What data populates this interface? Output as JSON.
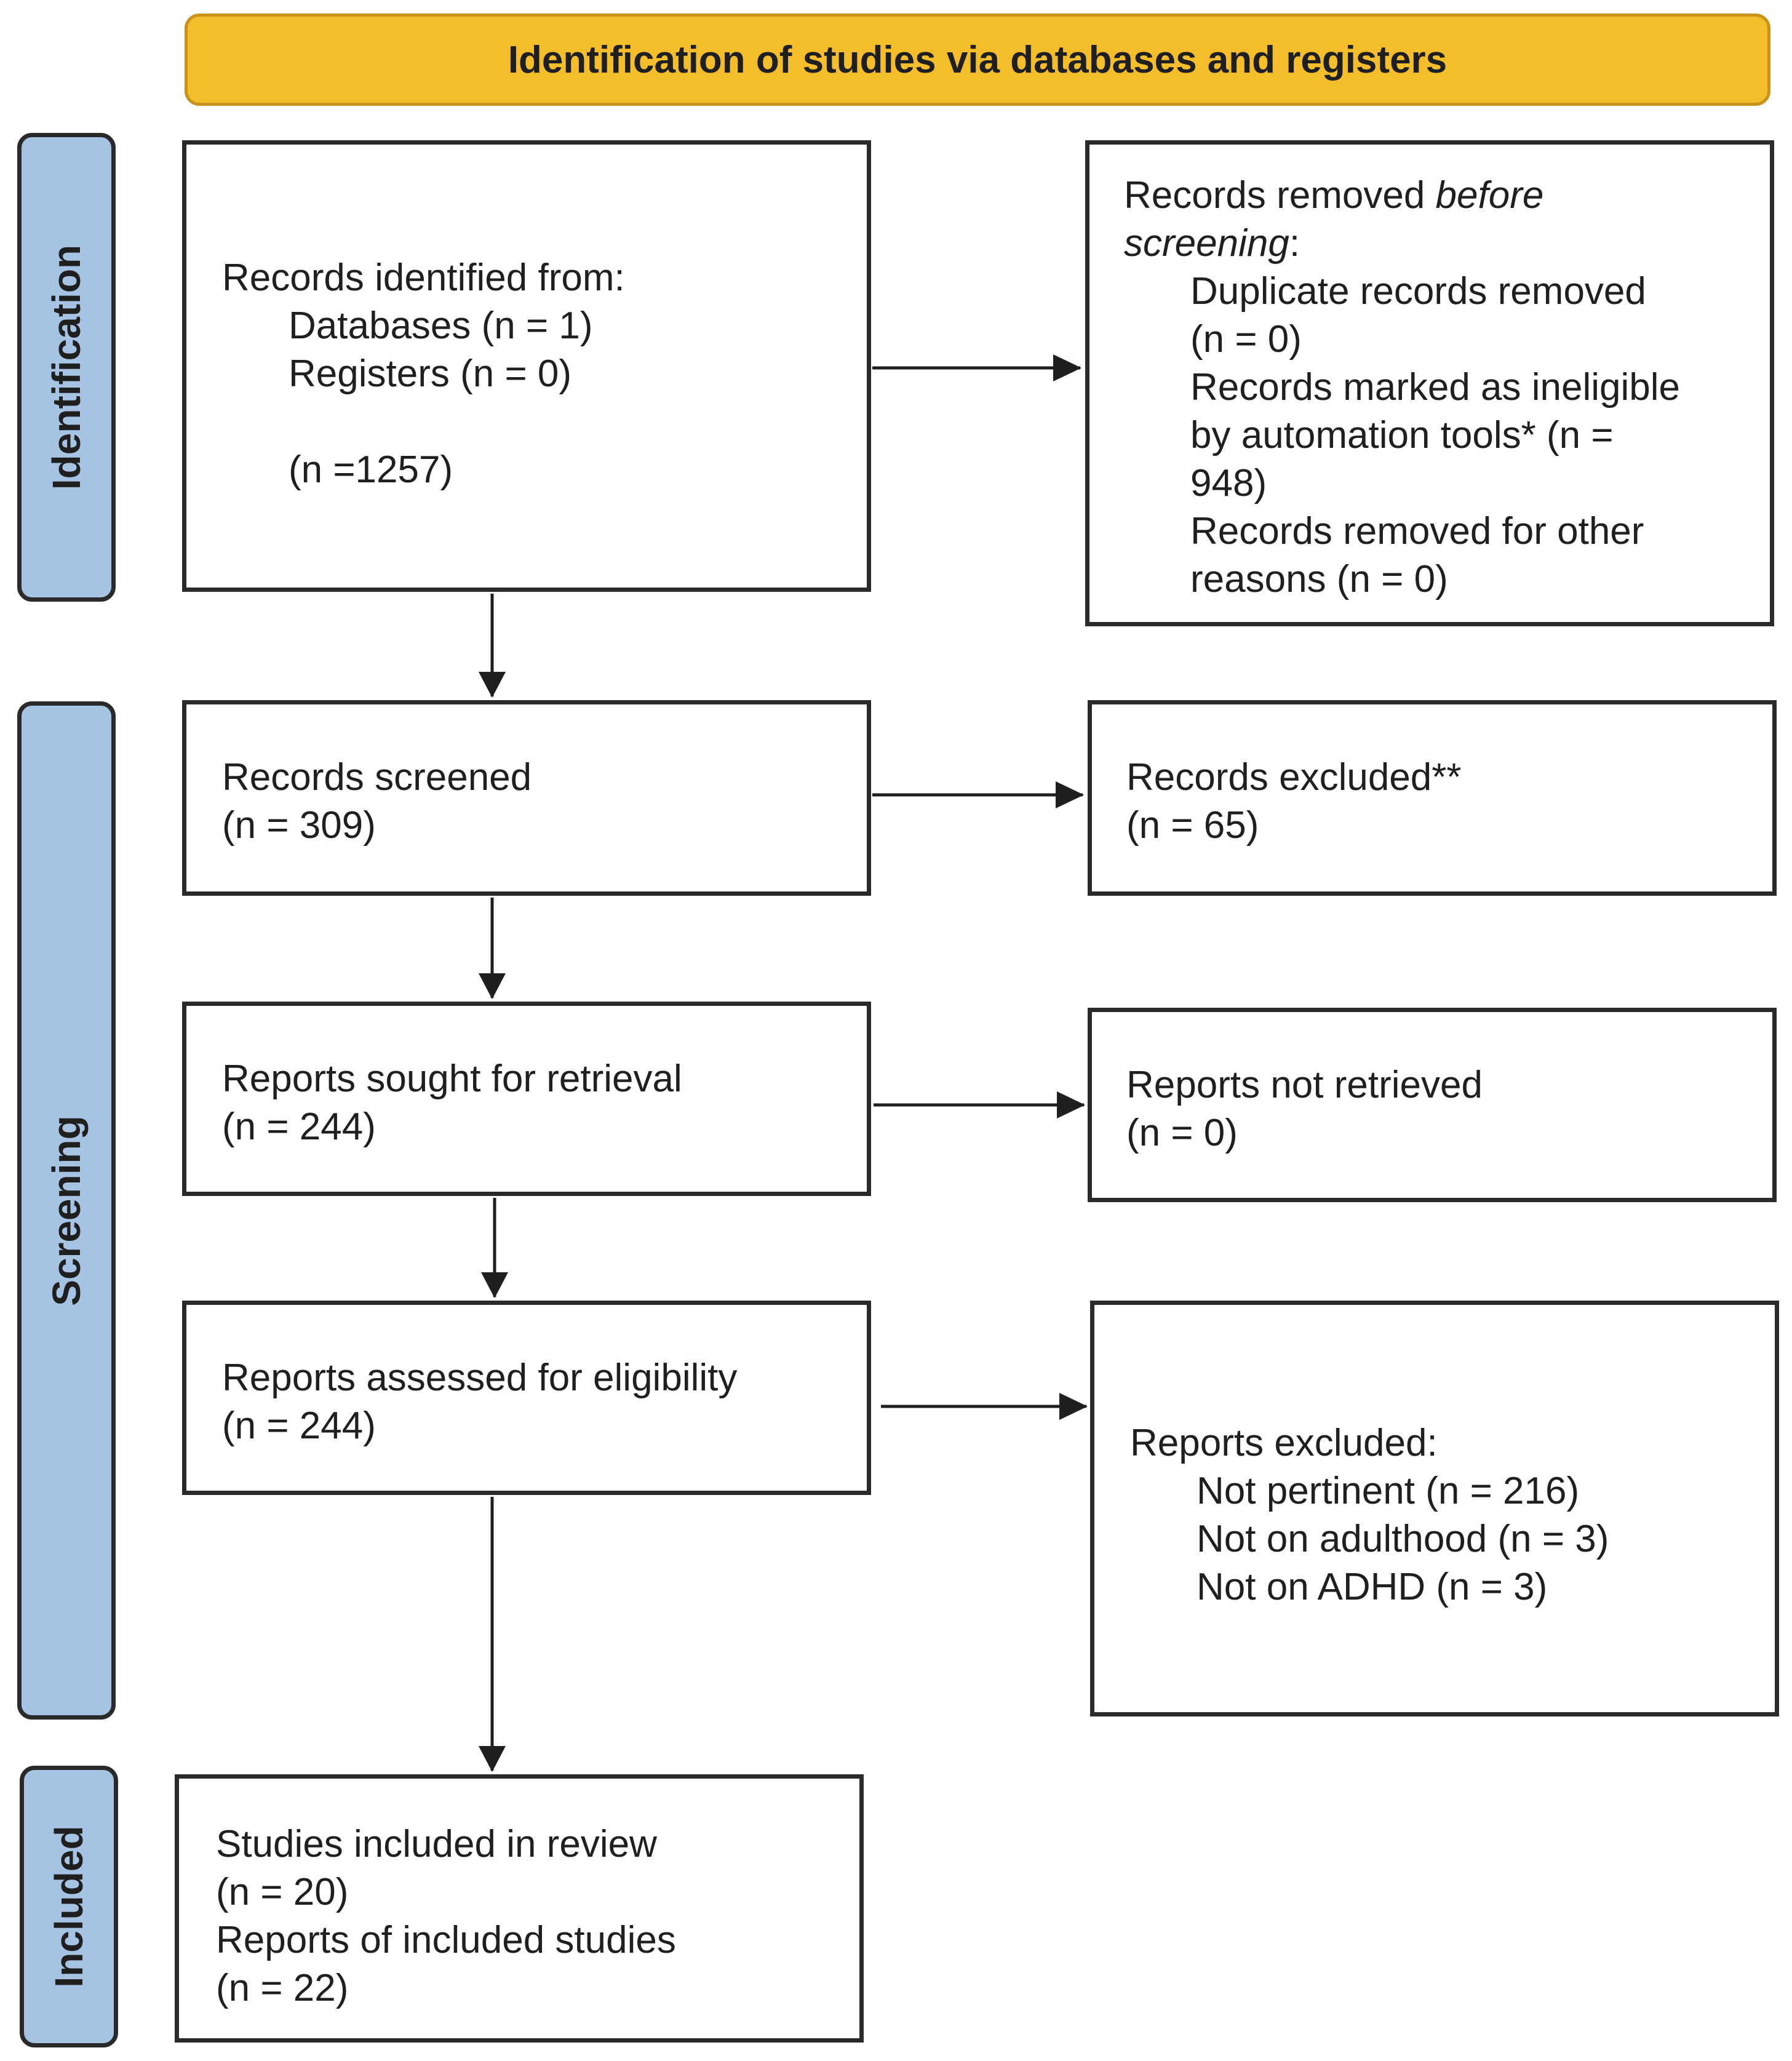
{
  "header": {
    "title": "Identification of studies via databases and registers"
  },
  "phases": {
    "identification": "Identification",
    "screening": "Screening",
    "included": "Included"
  },
  "identified": {
    "heading": "Records identified from:",
    "databases": "Databases (n = 1)",
    "registers": "Registers (n = 0)",
    "total": "(n =1257)"
  },
  "removed": {
    "heading_start": "Records removed ",
    "heading_italic_1": "before",
    "heading_italic_2": "screening",
    "heading_colon": ":",
    "duplicate_1": "Duplicate records removed",
    "duplicate_2": "(n = 0)",
    "ineligible_1": "Records marked as ineligible",
    "ineligible_2": "by automation tools* (n =",
    "ineligible_3": "948)",
    "other_1": "Records removed for other",
    "other_2": "reasons (n = 0)"
  },
  "screened": {
    "label": "Records screened",
    "count": "(n = 309)"
  },
  "excluded": {
    "label": "Records excluded**",
    "count": "(n = 65)"
  },
  "sought": {
    "label": "Reports sought for retrieval",
    "count": "(n = 244)"
  },
  "not_retrieved": {
    "label": "Reports not retrieved",
    "count": "(n = 0)"
  },
  "assessed": {
    "label": "Reports assessed for eligibility",
    "count": "(n = 244)"
  },
  "reports_excluded": {
    "heading": "Reports excluded:",
    "pertinent": "Not pertinent (n = 216)",
    "adulthood": "Not on adulthood (n = 3)",
    "adhd": "Not on ADHD (n = 3)"
  },
  "included": {
    "studies": "Studies included in review",
    "studies_count": "(n = 20)",
    "reports": "Reports of included studies",
    "reports_count": "(n = 22)"
  }
}
